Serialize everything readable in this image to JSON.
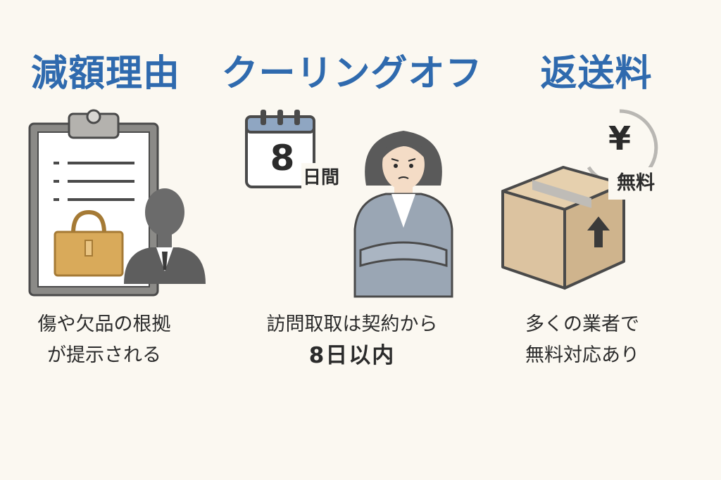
{
  "colors": {
    "background": "#fbf8f1",
    "heading": "#2f6aae",
    "text": "#2b2b2b",
    "outline": "#4a4a4a",
    "gray": "#8b8a87",
    "suit": "#9aa6b4",
    "bag": "#d9aa5a",
    "cardboard": "#dcc3a0"
  },
  "sections": [
    {
      "heading": "減額理由",
      "caption_lines": [
        "傷や欠品の根拠",
        "が提示される"
      ],
      "icons": [
        "clipboard-icon",
        "handbag-icon",
        "businessman-icon"
      ]
    },
    {
      "heading": "クーリングオフ",
      "calendar_number": "8",
      "calendar_label": "日間",
      "caption_lines": [
        "訪問取取は契約から"
      ],
      "caption_emphasis": "8日以内",
      "icons": [
        "calendar-icon",
        "worried-woman-icon"
      ]
    },
    {
      "heading": "返送料",
      "yen_symbol": "¥",
      "badge_text": "無料",
      "caption_lines": [
        "多くの業者で",
        "無料対応あり"
      ],
      "icons": [
        "yen-coin-icon",
        "cardboard-box-icon",
        "up-arrow-icon"
      ]
    }
  ]
}
